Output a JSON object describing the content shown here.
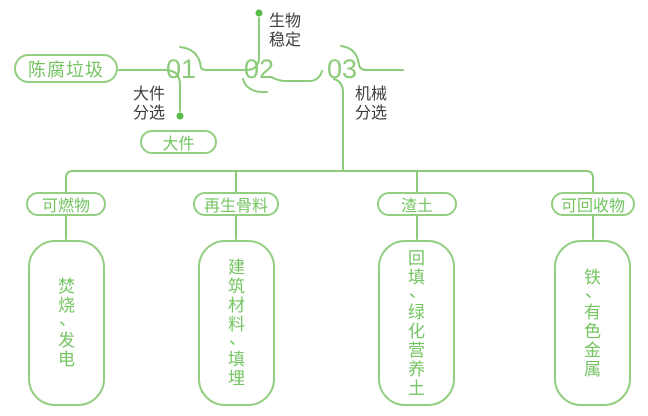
{
  "colors": {
    "line_green": "#8ccb79",
    "border_green": "#93ce81",
    "text_green": "#74c462",
    "dot_green": "#56bd47",
    "label_dark": "#3d3d3d"
  },
  "flow": {
    "source_label": "陈腐垃圾",
    "steps": [
      {
        "number": "01",
        "process": "大件分选",
        "output": "大件"
      },
      {
        "number": "02",
        "process": "生物稳定"
      },
      {
        "number": "03",
        "process": "机械分选"
      }
    ]
  },
  "outputs": [
    {
      "category": "可燃物",
      "result": "焚烧、发电"
    },
    {
      "category": "再生骨料",
      "result": "建筑材料、填埋"
    },
    {
      "category": "渣土",
      "result": "回填、绿化营养土"
    },
    {
      "category": "可回收物",
      "result": "铁、有色金属"
    }
  ]
}
